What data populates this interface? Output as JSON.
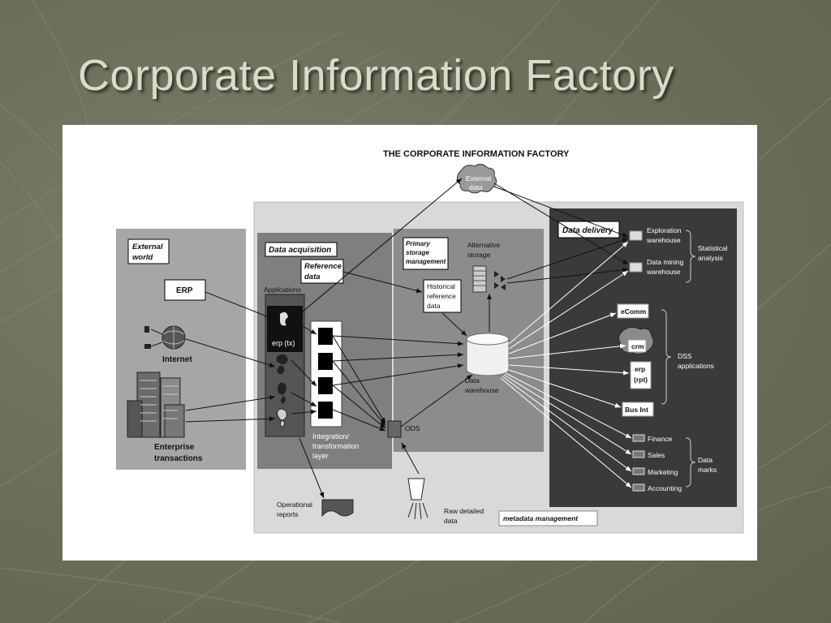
{
  "slide": {
    "title": "Corporate Information Factory"
  },
  "diagram": {
    "title": "THE CORPORATE INFORMATION FACTORY",
    "external_data": [
      "External",
      "data"
    ],
    "external_world": [
      "External",
      "world"
    ],
    "erp": "ERP",
    "internet": "Internet",
    "enterprise_transactions": [
      "Enterprise",
      "transactions"
    ],
    "data_acquisition": "Data acquisition",
    "reference_data": [
      "Reference",
      "data"
    ],
    "applications": "Applications",
    "erp_tx": "erp (tx)",
    "integration_layer": [
      "Integration/",
      "transformation",
      "layer"
    ],
    "ods": "ODS",
    "primary_storage": [
      "Primary",
      "storage",
      "management"
    ],
    "alternative_storage": [
      "Alternative",
      "storage"
    ],
    "historical_reference": [
      "Historical",
      "reference",
      "data"
    ],
    "data_warehouse": [
      "Data",
      "warehouse"
    ],
    "data_delivery": "Data delivery",
    "exploration_warehouse": [
      "Exploration",
      "warehouse"
    ],
    "data_mining_warehouse": [
      "Data mining",
      "warehouse"
    ],
    "statistical_analysis": [
      "Statistical",
      "analysis"
    ],
    "ecomm": "eComm",
    "crm": "crm",
    "erp_rpt": [
      "erp",
      "(rpt)"
    ],
    "bus_int": "Bus Int",
    "dss_applications": [
      "DSS",
      "applications"
    ],
    "finance": "Finance",
    "sales": "Sales",
    "marketing": "Marketing",
    "accounting": "Accounting",
    "data_marts": [
      "Data",
      "marks"
    ],
    "operational_reports": [
      "Operational",
      "reports"
    ],
    "raw_detailed_data": [
      "Raw detailed",
      "data"
    ],
    "metadata_management": "metadata management"
  },
  "colors": {
    "slide_bg": "#6d715c",
    "title_text": "#d9dcc9",
    "outer_panel": "#d9d9d9",
    "external_panel": "#a6a6a6",
    "acquisition_panel": "#7f7f7f",
    "storage_panel": "#8c8c8c",
    "delivery_panel": "#3a3a3a"
  }
}
